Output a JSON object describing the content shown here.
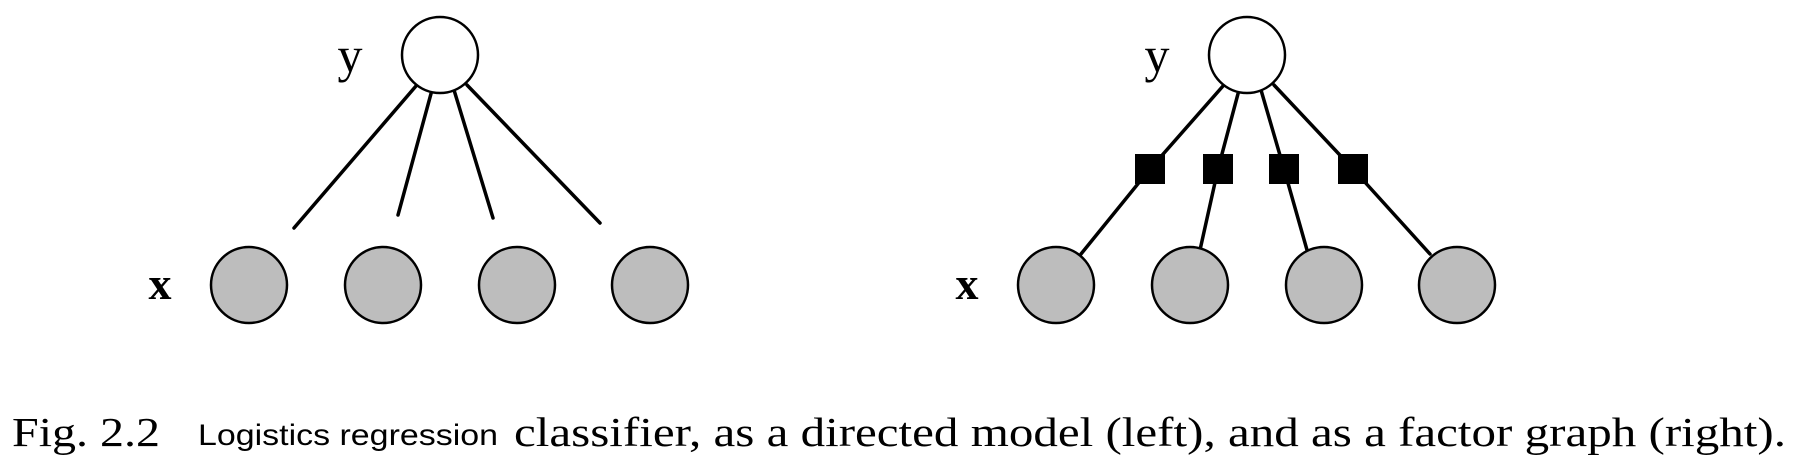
{
  "left_graph": {
    "y_label": "y",
    "x_label": "x"
  },
  "right_graph": {
    "y_label": "y",
    "x_label": "x"
  },
  "caption": {
    "fig_number": "Fig. 2.2",
    "inserted_term": "Logistics regression",
    "text": "classifier, as a directed model (left), and as a factor graph (right)."
  }
}
